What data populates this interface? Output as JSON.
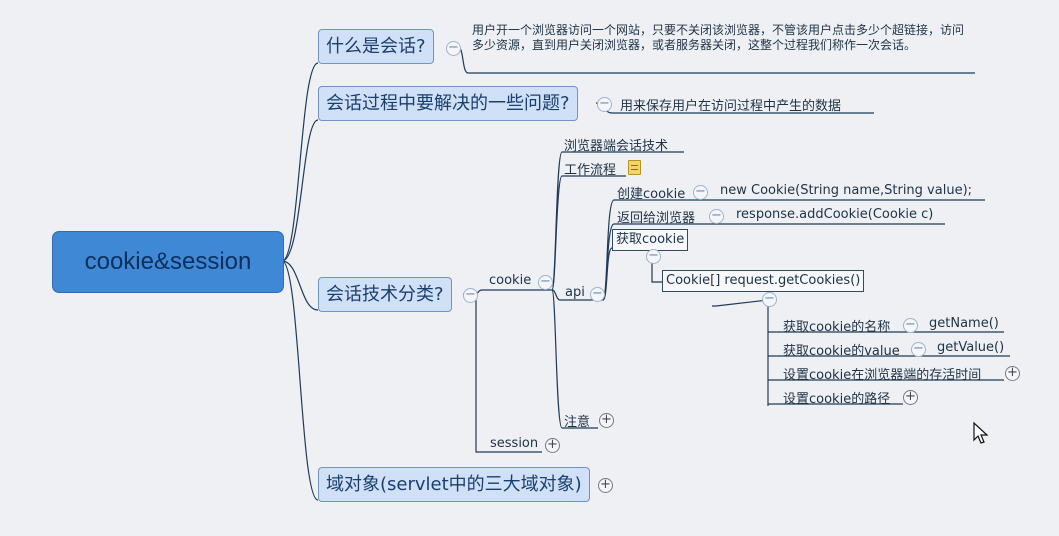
{
  "root": {
    "label": "cookie&session"
  },
  "topics": {
    "what_is_session": {
      "label": "什么是会话?",
      "note": "用户开一个浏览器访问一个网站，只要不关闭该浏览器，不管该用户点击多少个超链接，访问多少资源，直到用户关闭浏览器，或者服务器关闭，这整个过程我们称作一次会话。"
    },
    "problems": {
      "label": "会话过程中要解决的一些问题?",
      "note": "用来保存用户在访问过程中产生的数据"
    },
    "classification": {
      "label": "会话技术分类?",
      "cookie": {
        "label": "cookie",
        "browser_tech": "浏览器端会话技术",
        "workflow": "工作流程",
        "api": {
          "label": "api",
          "create": "创建cookie",
          "create_code": "new Cookie(String name,String value);",
          "return": "返回给浏览器",
          "return_code": "response.addCookie(Cookie c)",
          "get": "获取cookie",
          "get_code": "Cookie[] request.getCookies()",
          "details": [
            {
              "label": "获取cookie的名称",
              "code": "getName()"
            },
            {
              "label": "获取cookie的value",
              "code": "getValue()"
            },
            {
              "label": "设置cookie在浏览器端的存活时间",
              "code": ""
            },
            {
              "label": "设置cookie的路径",
              "code": ""
            }
          ]
        },
        "notice": "注意"
      },
      "session": {
        "label": "session"
      }
    },
    "domain_objects": {
      "label": "域对象(servlet中的三大域对象)"
    }
  },
  "icons": [
    "collapse-icon",
    "expand-icon",
    "memo-icon",
    "mouse-cursor-icon"
  ],
  "colors": {
    "root": "#3f88d6",
    "main_topic": "#cfe0f7",
    "line": "#1f3b57",
    "background": "#eef0f4"
  }
}
